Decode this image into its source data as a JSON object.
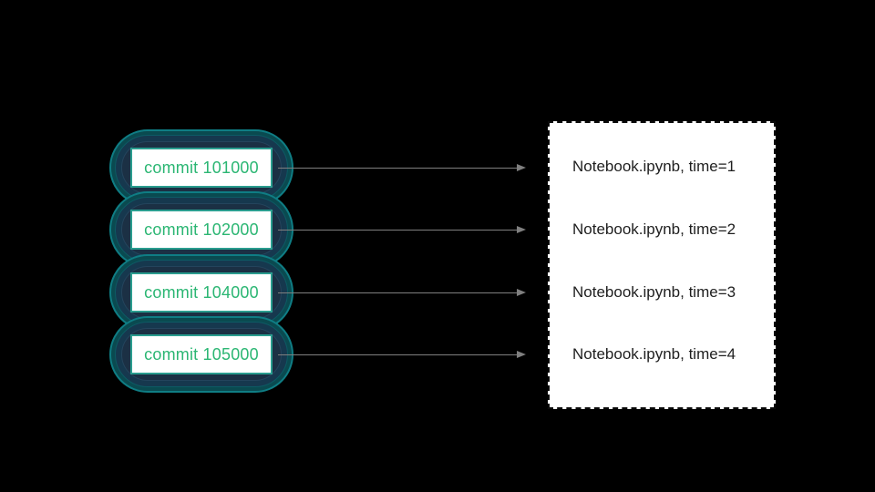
{
  "diagram": {
    "commits": [
      {
        "label": "commit 101000"
      },
      {
        "label": "commit 102000"
      },
      {
        "label": "commit 104000"
      },
      {
        "label": "commit 105000"
      }
    ],
    "files": [
      {
        "label": "Notebook.ipynb, time=1"
      },
      {
        "label": "Notebook.ipynb, time=2"
      },
      {
        "label": "Notebook.ipynb, time=3"
      },
      {
        "label": "Notebook.ipynb, time=4"
      }
    ],
    "colors": {
      "background": "#000000",
      "commit_text": "#2bb673",
      "commit_box_border": "#2a9d8f",
      "pill_ring_outline": "#0f7d84",
      "pill_fill_teal": "#0a4a50",
      "pill_fill_navy": "#16384e",
      "arrow": "#7f7f7f",
      "panel_background": "#ffffff",
      "panel_border": "#0a0a0a",
      "file_text": "#1f1f1f"
    }
  }
}
